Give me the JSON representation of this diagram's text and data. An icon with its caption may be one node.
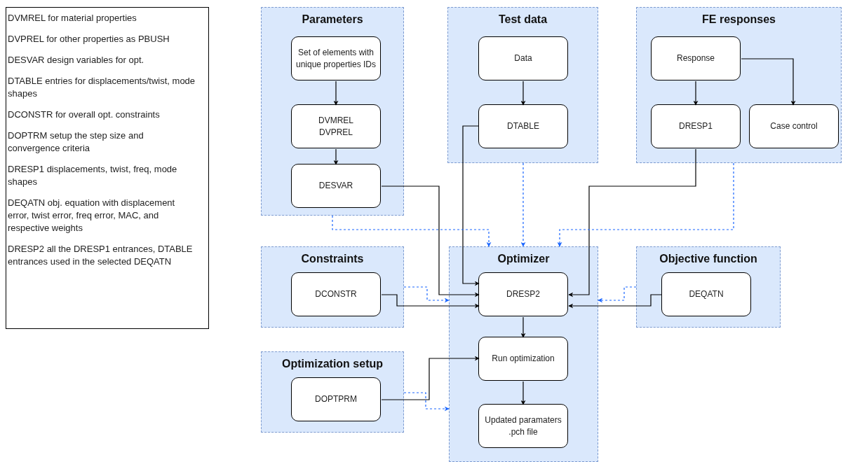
{
  "diagram": {
    "nodes": [
      {
        "text": [
          "DVMREL for material properties",
          "DVPREL for other properties as PBUSH",
          "DESVAR design variables for opt.",
          "DTABLE entries for displacements/twist, mode shapes",
          "DCONSTR for overall opt. constraints",
          "DOPTRM setup the step size and convergence criteria",
          "DRESP1 displacements, twist, freq, mode shapes",
          "DEQATN obj. equation with displacement error, twist error, freq error, MAC, and respective weights",
          "DRESP2 all the DRESP1 entrances, DTABLE entrances used in the selected DEQATN"
        ]
      },
      {
        "text": [
          "Parameters"
        ]
      },
      {
        "text": [
          "Set of elements with unique properties IDs"
        ],
        "in": 1
      },
      {
        "text": [
          "DVMREL DVPREL"
        ],
        "in": 1
      },
      {
        "text": [
          "DESVAR"
        ],
        "in": 1
      },
      {
        "text": [
          "Test data"
        ]
      },
      {
        "text": [
          "Data"
        ],
        "in": 5
      },
      {
        "text": [
          "DTABLE"
        ],
        "in": 5
      },
      {
        "text": [
          "FE responses"
        ]
      },
      {
        "text": [
          "Response"
        ],
        "in": 8
      },
      {
        "text": [
          "DRESP1"
        ],
        "in": 8
      },
      {
        "text": [
          "Case control"
        ],
        "in": 8
      },
      {
        "text": [
          "Constraints"
        ]
      },
      {
        "text": [
          "DCONSTR"
        ],
        "in": 12
      },
      {
        "text": [
          "Optimizer"
        ]
      },
      {
        "text": [
          "DRESP2"
        ],
        "in": 14
      },
      {
        "text": [
          "Run optimization"
        ],
        "in": 14
      },
      {
        "text": [
          "Updated paramaters .pch file"
        ],
        "in": 14
      },
      {
        "text": [
          "Objective function"
        ]
      },
      {
        "text": [
          "DEQATN"
        ],
        "in": 18
      },
      {
        "text": [
          "Optimization setup"
        ]
      },
      {
        "text": [
          "DOPTPRM"
        ],
        "in": 20
      }
    ],
    "edges": [
      {
        "from": 2,
        "to": 3,
        "arrow": "to"
      },
      {
        "from": 3,
        "to": 4,
        "arrow": "to"
      },
      {
        "from": 6,
        "to": 7,
        "arrow": "to"
      },
      {
        "from": 9,
        "to": 10,
        "arrow": "to"
      },
      {
        "from": 9,
        "to": 11,
        "arrow": "to"
      },
      {
        "from": 4,
        "to": 15,
        "arrow": "to"
      },
      {
        "from": 7,
        "to": 15,
        "arrow": "to"
      },
      {
        "from": 10,
        "to": 15,
        "arrow": "to"
      },
      {
        "from": 13,
        "to": 15,
        "arrow": "to"
      },
      {
        "from": 19,
        "to": 15,
        "arrow": "to"
      },
      {
        "from": 15,
        "to": 16,
        "arrow": "to"
      },
      {
        "from": 21,
        "to": 16,
        "arrow": "to"
      },
      {
        "from": 16,
        "to": 17,
        "arrow": "to"
      },
      {
        "from": 1,
        "to": 14,
        "arrow": "to",
        "style": "dashed",
        "color": "#1a66ff"
      },
      {
        "from": 5,
        "to": 14,
        "arrow": "to",
        "style": "dashed",
        "color": "#1a66ff"
      },
      {
        "from": 8,
        "to": 14,
        "arrow": "to",
        "style": "dashed",
        "color": "#1a66ff"
      },
      {
        "from": 12,
        "to": 14,
        "arrow": "to",
        "style": "dashed",
        "color": "#1a66ff"
      },
      {
        "from": 18,
        "to": 14,
        "arrow": "to",
        "style": "dashed",
        "color": "#1a66ff"
      },
      {
        "from": 20,
        "to": 14,
        "arrow": "to",
        "style": "dashed",
        "color": "#1a66ff"
      }
    ]
  }
}
